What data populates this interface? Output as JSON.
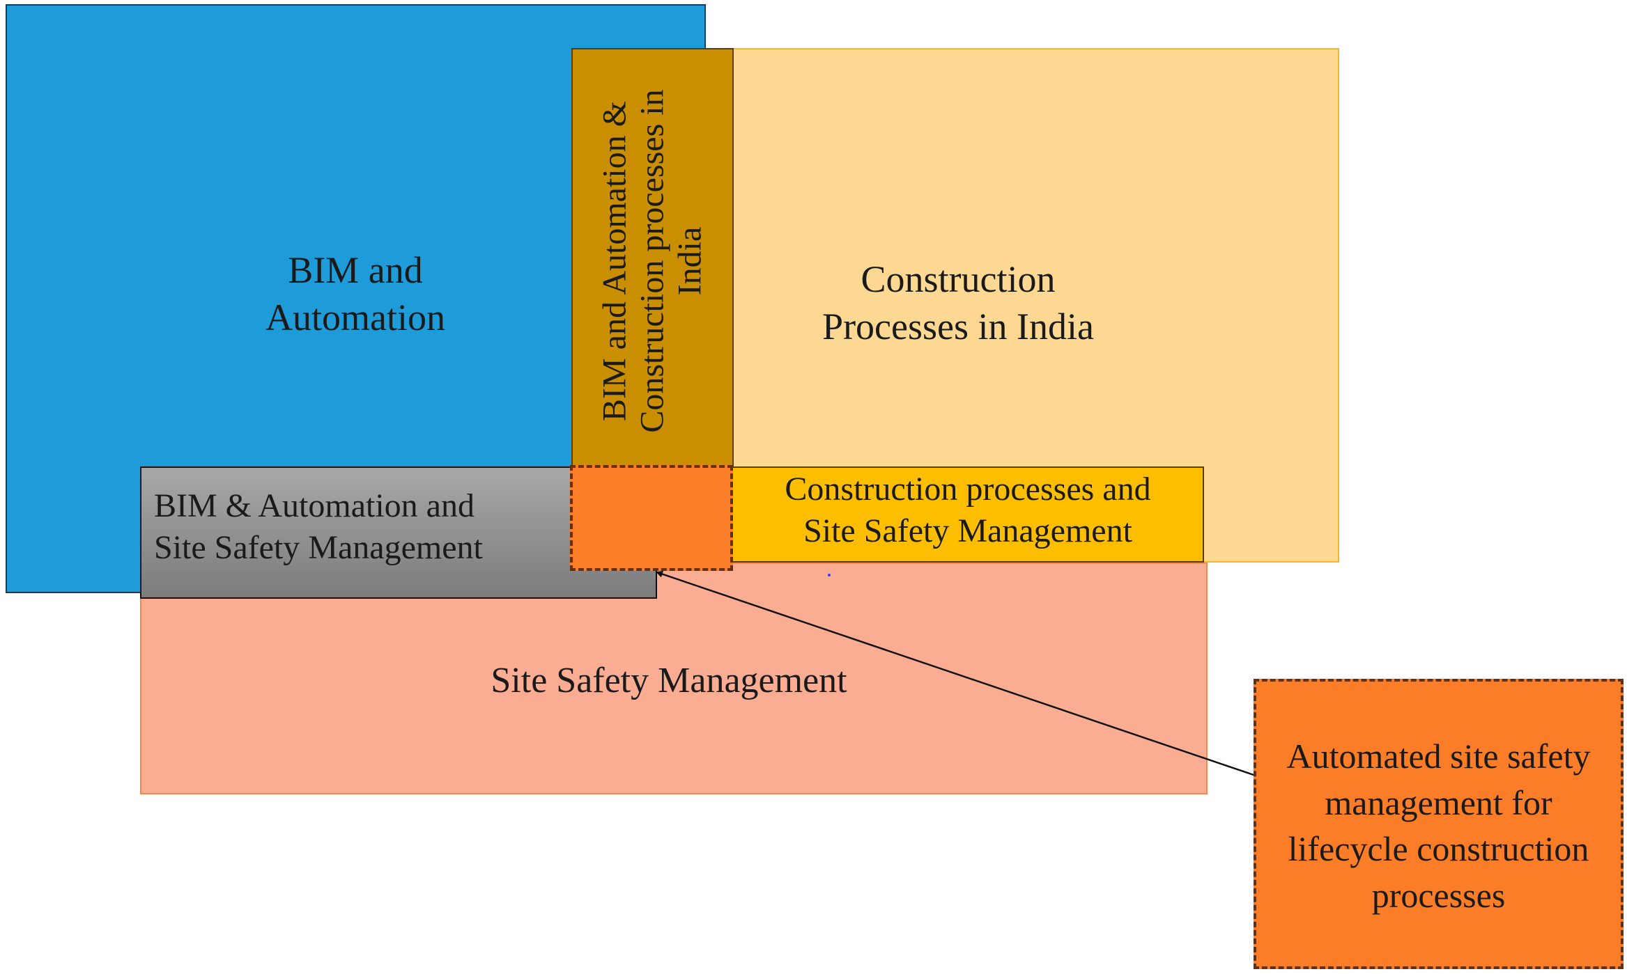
{
  "regions": {
    "bim": {
      "label": [
        "BIM and",
        "Automation"
      ],
      "color": "#1e9bd9"
    },
    "construction_india": {
      "label": [
        "Construction",
        "Processes in India"
      ],
      "color": "#fdd892"
    },
    "site_safety": {
      "label": "Site Safety Management",
      "color": "#fbad93"
    },
    "bim_site_safety": {
      "label": [
        "BIM & Automation and",
        "Site Safety Management"
      ],
      "color": "#8e8e8e"
    },
    "bim_construction": {
      "label": [
        "BIM and Automation &",
        "Construction processes in",
        "India"
      ],
      "color": "#c98f00"
    },
    "construction_site_safety": {
      "label": [
        "Construction processes and",
        "Site Safety Management"
      ],
      "color": "#fdbe00"
    },
    "center_intersection": {
      "color": "#fb7d27"
    }
  },
  "callout": {
    "label": [
      "Automated site safety",
      "management for",
      "lifecycle construction",
      "processes"
    ],
    "color": "#fb7d27"
  }
}
